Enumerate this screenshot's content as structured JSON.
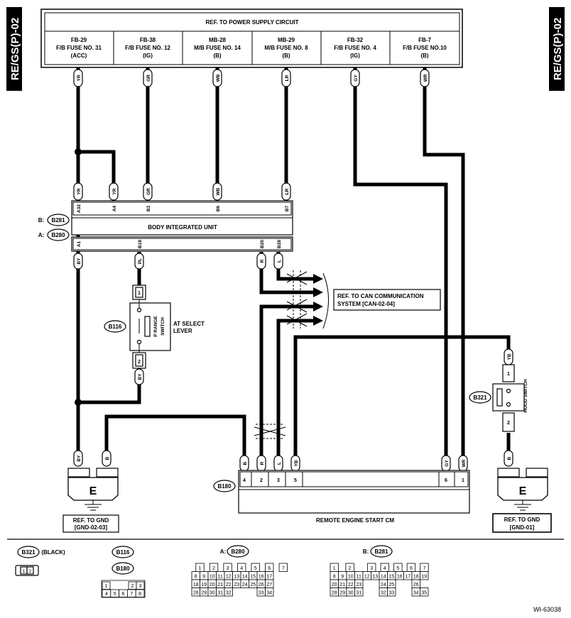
{
  "side_tabs": {
    "left": "RE/GS(P)-02",
    "right": "RE/GS(P)-02"
  },
  "power_supply": {
    "title": "REF. TO POWER SUPPLY CIRCUIT",
    "fuses": [
      {
        "l1": "FB-29",
        "l2": "F/B FUSE NO. 31",
        "l3": "(ACC)"
      },
      {
        "l1": "FB-38",
        "l2": "F/B FUSE NO. 12",
        "l3": "(IG)"
      },
      {
        "l1": "MB-28",
        "l2": "M/B FUSE NO. 14",
        "l3": "(B)"
      },
      {
        "l1": "MB-29",
        "l2": "M/B FUSE NO. 8",
        "l3": "(B)"
      },
      {
        "l1": "FB-32",
        "l2": "F/B FUSE NO. 4",
        "l3": "(IG)"
      },
      {
        "l1": "FB-7",
        "l2": "F/B FUSE NO.10",
        "l3": "(B)"
      }
    ]
  },
  "wire_colors": {
    "top": [
      "YR",
      "GR",
      "WB",
      "LR",
      "GY",
      "WR"
    ],
    "biu_in": [
      "YR",
      "YR",
      "GR",
      "WB",
      "LR"
    ],
    "biu_out": [
      "BY",
      "PL",
      "R",
      "L"
    ],
    "switch_out": "BY",
    "gnd_left": [
      "BY",
      "B"
    ],
    "cm": [
      "B",
      "R",
      "L",
      "YB",
      "GY",
      "WR"
    ],
    "hood_top": "YB",
    "hood_bottom": "B"
  },
  "body_unit": {
    "name": "BODY INTEGRATED UNIT",
    "conn_b": "B281",
    "conn_a": "B280",
    "prefix_b": "B:",
    "prefix_a": "A:",
    "pins_top": [
      "A32",
      "A4",
      "B3",
      "B6",
      "B7"
    ],
    "pins_bottom": [
      "A1",
      "B18",
      "B20",
      "B28"
    ]
  },
  "p_range_switch": {
    "connector": "B116",
    "label_l1": "P RANGE",
    "label_l2": "SWITCH",
    "caption_l1": "AT SELECT",
    "caption_l2": "LEVER",
    "pin_top": "1",
    "pin_bottom": "2"
  },
  "can_ref": {
    "l1": "REF. TO CAN COMMUNICATION",
    "l2": "SYSTEM [CAN-02-04]"
  },
  "hood_switch": {
    "connector": "B321",
    "label": "HOOD SWITCH",
    "pin_top": "1",
    "pin_bottom": "2"
  },
  "remote_cm": {
    "name": "REMOTE ENGINE START CM",
    "connector": "B180",
    "pins": [
      "4",
      "2",
      "3",
      "5",
      "6",
      "1"
    ]
  },
  "grounds": [
    {
      "symbol": "E",
      "ref_l1": "REF. TO GND",
      "ref_l2": "[GND-02-03]"
    },
    {
      "symbol": "E",
      "ref_l1": "REF. TO GND",
      "ref_l2": "[GND-01]"
    }
  ],
  "legend": {
    "b321": {
      "id": "B321",
      "note": "(BLACK)",
      "pins": [
        "1",
        "2"
      ]
    },
    "b116": {
      "id": "B116"
    },
    "b180": {
      "id": "B180",
      "row1": [
        "1",
        "2",
        "3"
      ],
      "row2": [
        "4",
        "5",
        "6",
        "7",
        "8"
      ]
    },
    "b280": {
      "prefix": "A:",
      "id": "B280",
      "rows": [
        [
          "1",
          "2",
          "3",
          "4",
          "5",
          "6",
          "7"
        ],
        [
          "8",
          "9",
          "10",
          "11",
          "12",
          "13",
          "14",
          "15",
          "16",
          "17"
        ],
        [
          "18",
          "19",
          "20",
          "21",
          "22",
          "23",
          "24",
          "25",
          "26",
          "27"
        ],
        [
          "28",
          "29",
          "30",
          "31",
          "32",
          "33",
          "34"
        ]
      ]
    },
    "b281": {
      "prefix": "B:",
      "id": "B281",
      "rows": [
        [
          "1",
          "2",
          "3",
          "4",
          "5",
          "6",
          "7"
        ],
        [
          "8",
          "9",
          "10",
          "11",
          "12",
          "13",
          "14",
          "15",
          "16",
          "17",
          "18",
          "19"
        ],
        [
          "20",
          "21",
          "22",
          "23",
          "24",
          "25",
          "26"
        ],
        [
          "28",
          "29",
          "30",
          "31",
          "32",
          "33",
          "34",
          "35"
        ]
      ]
    }
  },
  "figure_id": "WI-63038"
}
